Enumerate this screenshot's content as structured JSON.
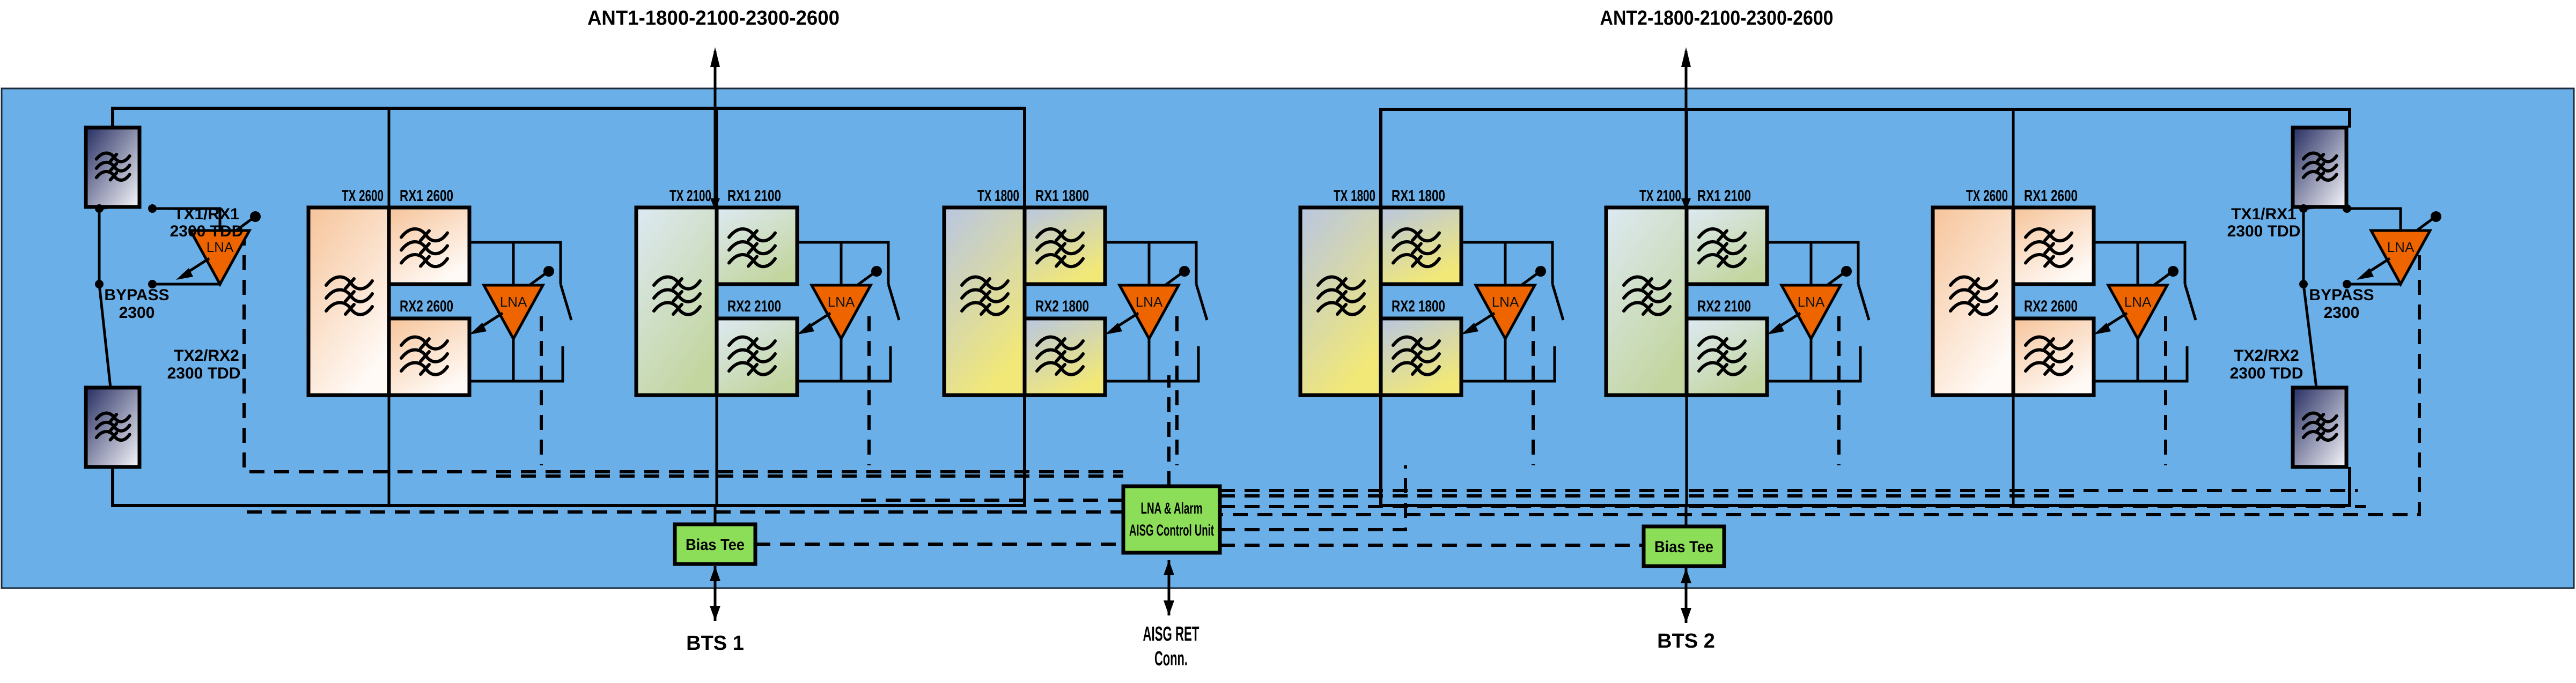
{
  "antennas": [
    {
      "label": "ANT1-1800-2100-2300-2600"
    },
    {
      "label": "ANT2-1800-2100-2300-2600"
    }
  ],
  "bts": [
    {
      "label": "BTS 1"
    },
    {
      "label": "BTS 2"
    }
  ],
  "aisg_ret": {
    "line1": "AISG RET",
    "line2": "Conn."
  },
  "control_unit": {
    "line1": "LNA & Alarm",
    "line2": "AISG Control Unit"
  },
  "bias_tee": {
    "label": "Bias Tee"
  },
  "lna_label": "LNA",
  "bypass_units": [
    {
      "side": "left",
      "bypass_line1": "BYPASS",
      "bypass_line2": "2300",
      "tx1_line1": "TX1/RX1",
      "tx1_line2": "2300 TDD",
      "tx2_line1": "TX2/RX2",
      "tx2_line2": "2300 TDD"
    },
    {
      "side": "right",
      "bypass_line1": "BYPASS",
      "bypass_line2": "2300",
      "tx1_line1": "TX1/RX1",
      "tx1_line2": "2300 TDD",
      "tx2_line1": "TX2/RX2",
      "tx2_line2": "2300 TDD"
    }
  ],
  "diplexers": [
    {
      "band": "2600",
      "tx": "TX 2600",
      "rx1": "RX1 2600",
      "rx2": "RX2 2600",
      "theme": "peach"
    },
    {
      "band": "2100",
      "tx": "TX 2100",
      "rx1": "RX1 2100",
      "rx2": "RX2 2100",
      "theme": "sage"
    },
    {
      "band": "1800",
      "tx": "TX 1800",
      "rx1": "RX1 1800",
      "rx2": "RX2 1800",
      "theme": "lemon"
    },
    {
      "band": "1800",
      "tx": "TX 1800",
      "rx1": "RX1 1800",
      "rx2": "RX2 1800",
      "theme": "lemon"
    },
    {
      "band": "2100",
      "tx": "TX 2100",
      "rx1": "RX1 2100",
      "rx2": "RX2 2100",
      "theme": "sage"
    },
    {
      "band": "2600",
      "tx": "TX 2600",
      "rx1": "RX1 2600",
      "rx2": "RX2 2600",
      "theme": "peach"
    }
  ],
  "colors": {
    "panel": "#6aafe8",
    "lna": "#ee6500",
    "module_green": "#8cde58",
    "peach_a": "#f6c49a",
    "peach_b": "#fffaf6",
    "sage_a": "#dde9f3",
    "sage_b": "#c3d6a0",
    "lemon_a": "#b9c6e2",
    "lemon_b": "#f1e878",
    "tdd_a": "#262e62",
    "tdd_b": "#f7f7fb"
  }
}
